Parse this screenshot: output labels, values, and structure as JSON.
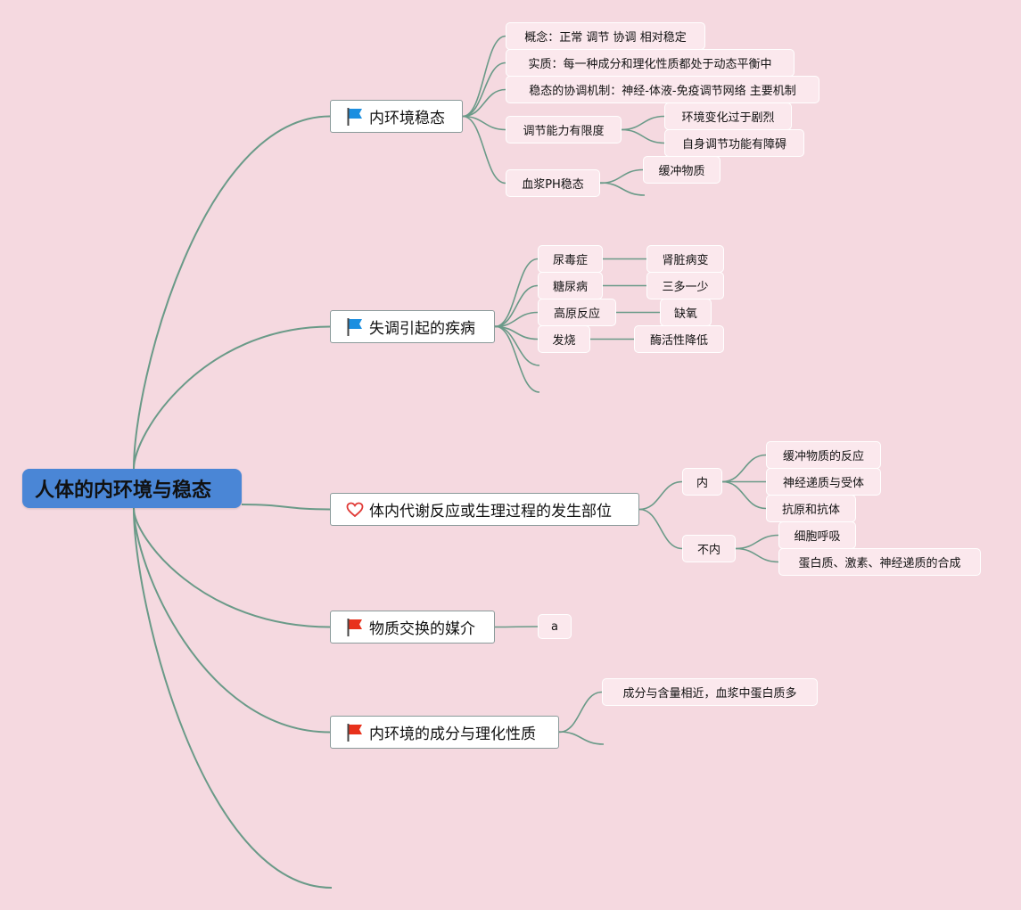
{
  "central": "人体的内环境与稳态",
  "colors": {
    "background": "#f5d9e0",
    "edge": "#6a9a88",
    "central": "#4a86d6",
    "flag_blue": "#1b8fe0",
    "flag_red": "#e8311c",
    "heart": "#e03a36"
  },
  "branches": [
    {
      "label": "内环境稳态",
      "icon": "flag-blue-icon",
      "children": [
        {
          "label": "概念：正常 调节 协调 相对稳定"
        },
        {
          "label": "实质：每一种成分和理化性质都处于动态平衡中"
        },
        {
          "label": "稳态的协调机制：神经-体液-免疫调节网络 主要机制"
        },
        {
          "label": "调节能力有限度",
          "children": [
            "环境变化过于剧烈",
            "自身调节功能有障碍"
          ]
        },
        {
          "label": "血浆PH稳态",
          "children": [
            "缓冲物质"
          ]
        }
      ]
    },
    {
      "label": "失调引起的疾病",
      "icon": "flag-blue-icon",
      "children": [
        {
          "label": "尿毒症",
          "children": [
            "肾脏病变"
          ]
        },
        {
          "label": "糖尿病",
          "children": [
            "三多一少"
          ]
        },
        {
          "label": "高原反应",
          "children": [
            "缺氧"
          ]
        },
        {
          "label": "发烧",
          "children": [
            "酶活性降低"
          ]
        }
      ]
    },
    {
      "label": "体内代谢反应或生理过程的发生部位",
      "icon": "heart-icon",
      "children": [
        {
          "label": "内",
          "children": [
            "缓冲物质的反应",
            "神经递质与受体",
            "抗原和抗体"
          ]
        },
        {
          "label": "不内",
          "children": [
            "细胞呼吸",
            "蛋白质、激素、神经递质的合成"
          ]
        }
      ]
    },
    {
      "label": "物质交换的媒介",
      "icon": "flag-red-icon",
      "children": [
        {
          "label": "a"
        }
      ]
    },
    {
      "label": "内环境的成分与理化性质",
      "icon": "flag-red-icon",
      "children": [
        {
          "label": "成分与含量相近，血浆中蛋白质多"
        }
      ]
    }
  ]
}
